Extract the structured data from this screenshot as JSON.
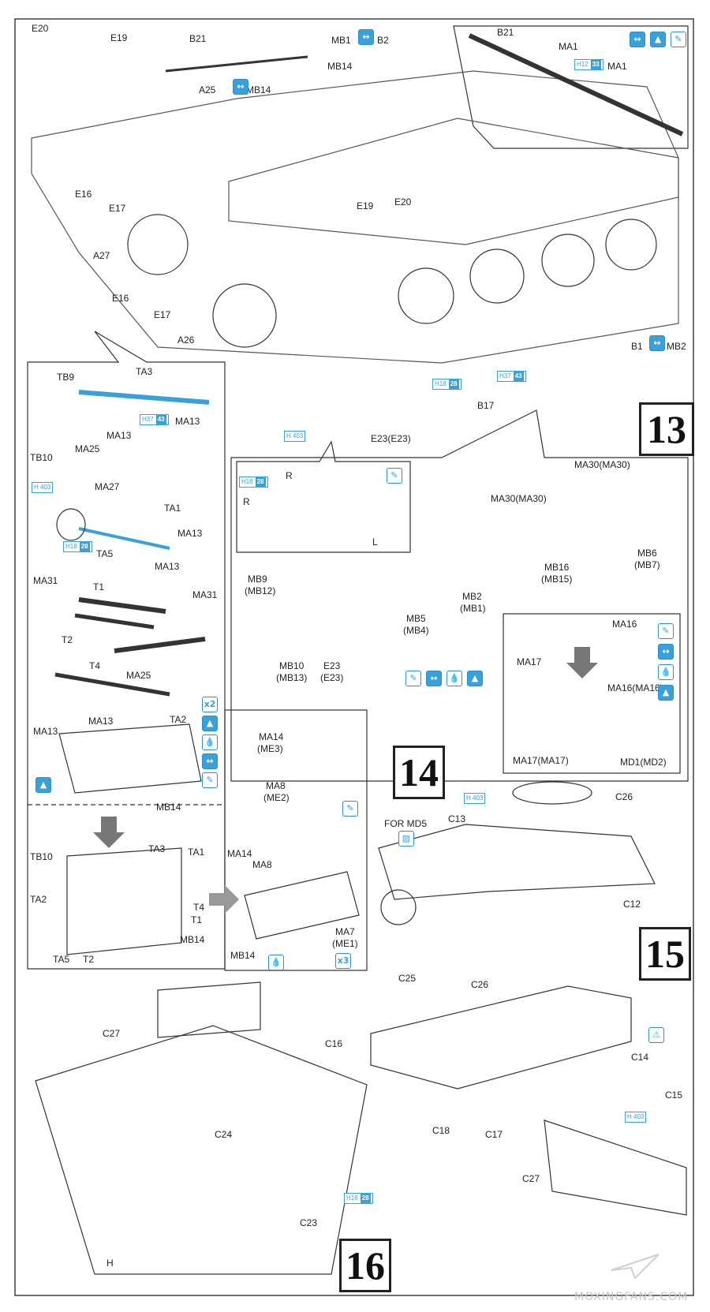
{
  "steps": {
    "s13": "13",
    "s14": "14",
    "s15": "15",
    "s16": "16"
  },
  "watermark": "MOXINGFANS.COM",
  "labels": {
    "E20a": "E20",
    "E19a": "E19",
    "B21a": "B21",
    "MB1a": "MB1",
    "B2": "B2",
    "MB14a": "MB14",
    "A25": "A25",
    "MB14b": "MB14",
    "B21b": "B21",
    "MA1a": "MA1",
    "MA1b": "MA1",
    "E16a": "E16",
    "E17a": "E17",
    "A27": "A27",
    "E19b": "E19",
    "E20b": "E20",
    "E16b": "E16",
    "E17b": "E17",
    "A26": "A26",
    "B1": "B1",
    "MB2": "MB2",
    "B17": "B17",
    "E23a": "E23(E23)",
    "TB9": "TB9",
    "TA3a": "TA3",
    "TB10a": "TB10",
    "MA25a": "MA25",
    "MA13a": "MA13",
    "MA13b": "MA13",
    "MA27": "MA27",
    "TA1a": "TA1",
    "MA13c": "MA13",
    "TA5a": "TA5",
    "MA13d": "MA13",
    "MA31a": "MA31",
    "T1a": "T1",
    "MA31b": "MA31",
    "T2a": "T2",
    "T4a": "T4",
    "MA25b": "MA25",
    "MA13e": "MA13",
    "MA13f": "MA13",
    "TA2a": "TA2",
    "MB14c": "MB14",
    "R1": "R",
    "R2": "R",
    "L1": "L",
    "MA30a": "MA30(MA30)",
    "MA30b": "MA30(MA30)",
    "MB6": "MB6",
    "MB7": "(MB7)",
    "MB16": "MB16",
    "MB15": "(MB15)",
    "MB2b": "MB2",
    "MB1b": "(MB1)",
    "MB9": "MB9",
    "MB12": "(MB12)",
    "MB5": "MB5",
    "MB4": "(MB4)",
    "MB10": "MB10",
    "MB13": "(MB13)",
    "E23b": "E23",
    "E23c": "(E23)",
    "MA17a": "MA17",
    "MA16a": "MA16",
    "MA16b": "MA16(MA16)",
    "MA17b": "MA17(MA17)",
    "MD1": "MD1(MD2)",
    "TB10b": "TB10",
    "TA3b": "TA3",
    "TA1b": "TA1",
    "TA2b": "TA2",
    "T4b": "T4",
    "T1b": "T1",
    "TA5b": "TA5",
    "T2b": "T2",
    "MB14d": "MB14",
    "MA14a": "MA14",
    "ME3": "(ME3)",
    "MA8a": "MA8",
    "ME2": "(ME2)",
    "MA14b": "MA14",
    "MA8b": "MA8",
    "MB14e": "MB14",
    "MA7": "MA7",
    "ME1": "(ME1)",
    "FORMD5": "FOR MD5",
    "C13": "C13",
    "C26a": "C26",
    "C12": "C12",
    "C25": "C25",
    "C27a": "C27",
    "C16": "C16",
    "C26b": "C26",
    "C14": "C14",
    "C15": "C15",
    "C18": "C18",
    "C17": "C17",
    "C27b": "C27",
    "C24": "C24",
    "C23": "C23",
    "H": "H"
  },
  "refs": {
    "r1": {
      "prefix": "H",
      "num": "12",
      "val": "33"
    },
    "r2": {
      "prefix": "H",
      "num": "18",
      "val": "28"
    },
    "r3": {
      "prefix": "H",
      "num": "37",
      "val": "43"
    },
    "r4": {
      "prefix": "H",
      "num": "",
      "val": "403"
    },
    "r5": {
      "prefix": "H",
      "num": "37",
      "val": "43"
    },
    "r6": {
      "prefix": "H",
      "num": "",
      "val": "403"
    },
    "r7": {
      "prefix": "H",
      "num": "18",
      "val": "28"
    },
    "r8": {
      "prefix": "H",
      "num": "18",
      "val": "28"
    },
    "r9": {
      "prefix": "H",
      "num": "",
      "val": "403"
    },
    "r10": {
      "prefix": "H",
      "num": "",
      "val": "403"
    },
    "r11": {
      "prefix": "H",
      "num": "16",
      "val": "28"
    }
  },
  "icons": {
    "x2": "x2",
    "x3": "x3",
    "cement": "cement-icon",
    "glue": "glue-icon",
    "paint": "paint-icon",
    "flip": "flip-icon",
    "remove": "remove-icon",
    "file": "file-icon",
    "apply": "apply-icon"
  }
}
